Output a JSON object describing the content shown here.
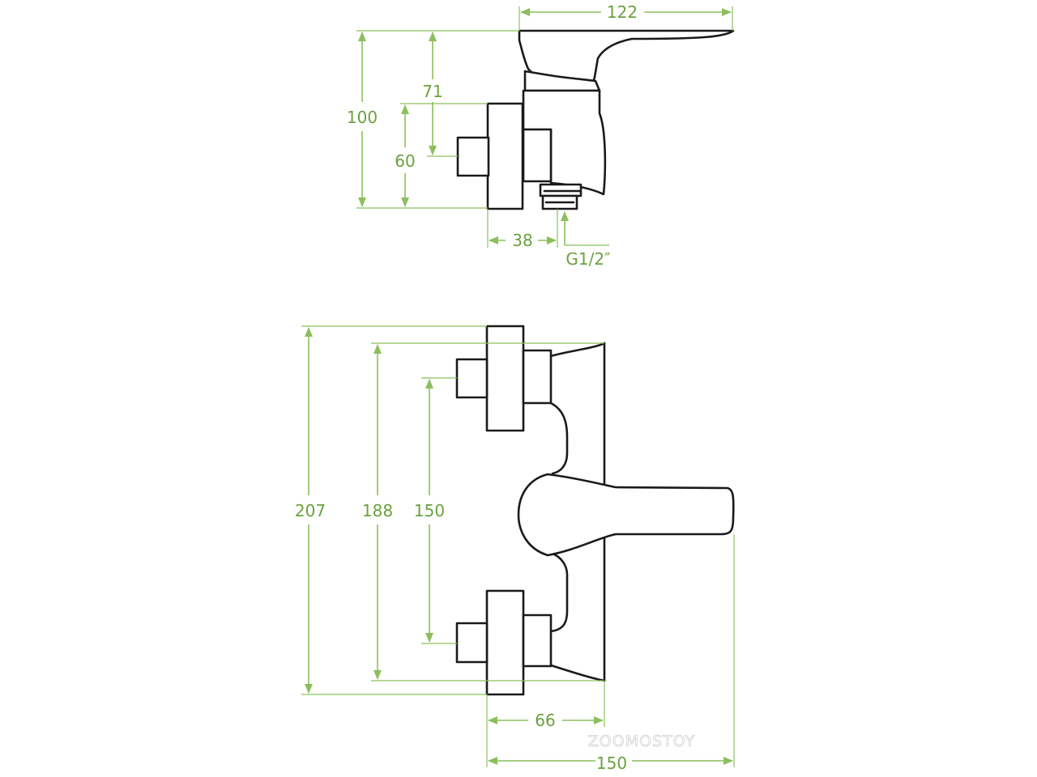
{
  "top_view": {
    "width_total": "122",
    "height_total": "100",
    "height_upper": "71",
    "height_connection": "60",
    "depth_spout": "38",
    "thread": "G1/2″"
  },
  "front_view": {
    "height_total": "207",
    "height_body": "188",
    "height_centers": "150",
    "depth_body": "66",
    "depth_total": "150"
  },
  "watermark": "ZOOMOSTOY",
  "colors": {
    "dimension": "#8cbf5c",
    "dimension_text": "#6aa13f",
    "outline": "#1a1a1a"
  }
}
